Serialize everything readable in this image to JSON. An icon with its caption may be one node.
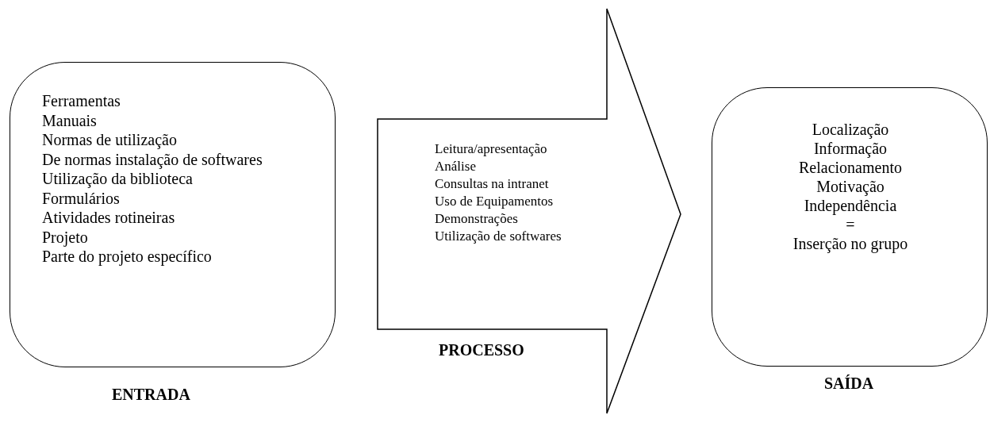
{
  "diagram": {
    "nodes": [
      {
        "text": [
          "Ferramentas",
          "Manuais",
          "Normas de utilização",
          "De normas instalação de softwares",
          "Utilização da biblioteca",
          "Formulários",
          "Atividades rotineiras",
          "Projeto",
          "Parte do projeto específico",
          "ENTRADA"
        ]
      },
      {
        "text": [
          "Leitura/apresentação",
          "Análise",
          "Consultas na intranet",
          "Uso de Equipamentos",
          "Demonstrações",
          "Utilização de softwares",
          "PROCESSO"
        ]
      },
      {
        "text": [
          "Localização",
          "Informação",
          "Relacionamento",
          "Motivação",
          "Independência",
          "=",
          "Inserção no grupo",
          "SAÍDA"
        ]
      }
    ]
  }
}
